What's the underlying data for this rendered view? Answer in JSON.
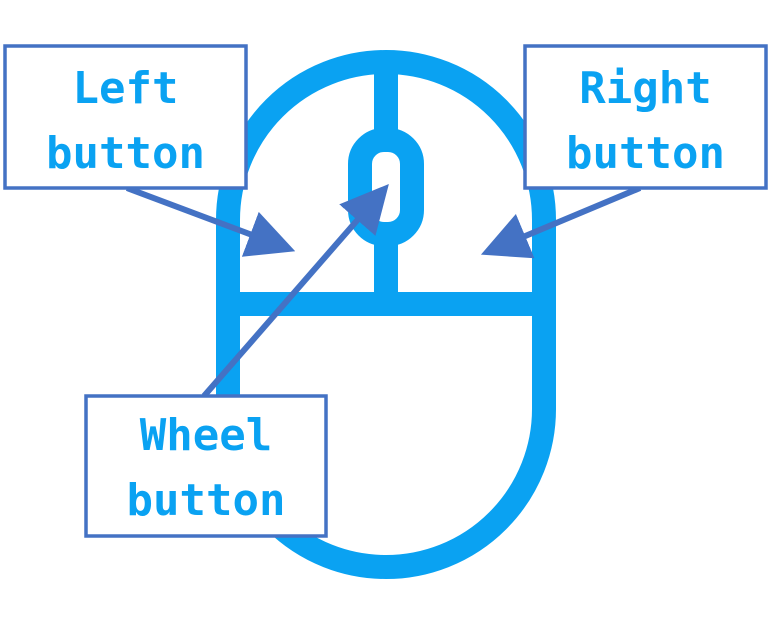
{
  "colors": {
    "mouse_outline": "#0AA2F2",
    "arrow": "#4472C4",
    "label_border": "#4472C4",
    "label_text": "#0AA2F2",
    "background": "#FFFFFF"
  },
  "labels": {
    "left_button": {
      "line1": "Left",
      "line2": "button"
    },
    "right_button": {
      "line1": "Right",
      "line2": "button"
    },
    "wheel_button": {
      "line1": "Wheel",
      "line2": "button"
    }
  }
}
